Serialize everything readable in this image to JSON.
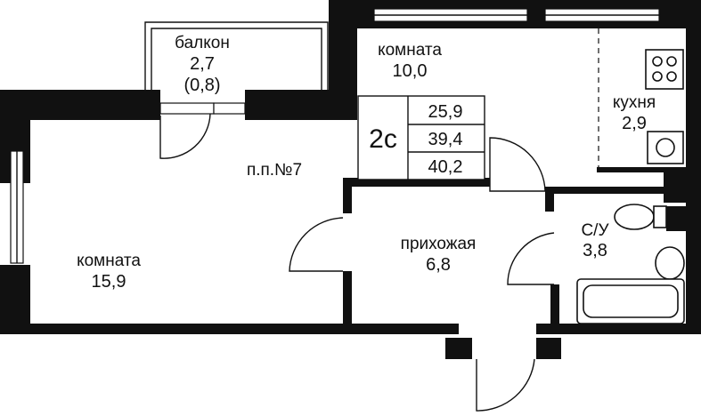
{
  "rooms": {
    "balcony": {
      "name": "балкон",
      "area": "2,7",
      "area_coef": "(0,8)"
    },
    "room_top": {
      "name": "комната",
      "area": "10,0"
    },
    "kitchen": {
      "name": "кухня",
      "area": "2,9"
    },
    "room_left": {
      "name": "комната",
      "area": "15,9"
    },
    "hallway": {
      "name": "прихожая",
      "area": "6,8"
    },
    "bathroom": {
      "name": "С/У",
      "area": "3,8"
    }
  },
  "apartment": {
    "number_label": "п.п.№7",
    "type": "2с",
    "living_area": "25,9",
    "total_area": "39,4",
    "total_area_with_balcony": "40,2"
  },
  "colors": {
    "wall": "#111111",
    "background": "#ffffff"
  }
}
